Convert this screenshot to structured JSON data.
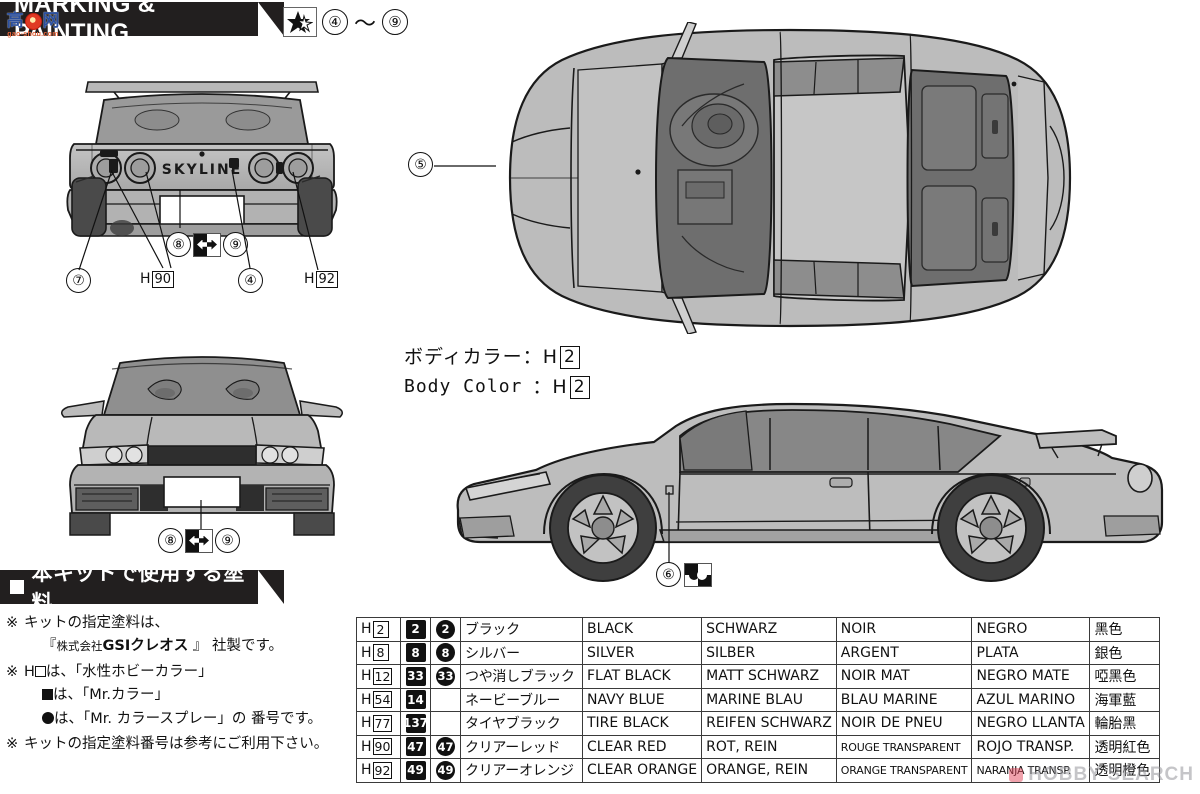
{
  "header": {
    "title": "MARKING & PAINTING",
    "step_range": {
      "icon": "star-icon",
      "from": "④",
      "tilde": "〜",
      "to": "⑨"
    }
  },
  "watermarks": {
    "top_left": {
      "glyph1": "高",
      "seal": "seal-icon",
      "glyph2": "网",
      "url": "gao-shou.com"
    },
    "bottom_right": "HOBBY SEARCH"
  },
  "body_color": {
    "label_jp": "ボディカラー",
    "label_en": "Body Color",
    "colon": "：",
    "colon_en": "：",
    "prefix": "H",
    "code": "2"
  },
  "callouts": {
    "rear_view": {
      "c7": "⑦",
      "h90_prefix": "H",
      "h90_code": "90",
      "c8": "⑧",
      "c9": "⑨",
      "c4": "④",
      "h92_prefix": "H",
      "h92_code": "92",
      "decal_icon": "arrow-decal-icon"
    },
    "front_view": {
      "c8": "⑧",
      "c9": "⑨",
      "decal_icon": "arrow-decal-icon"
    },
    "top_view": {
      "c5": "⑤"
    },
    "side_view": {
      "c6": "⑥",
      "decal_icon": "circle-decal-icon"
    }
  },
  "paints_section": {
    "banner_title": "本キットで使用する塗料",
    "notes": [
      {
        "mark": "※",
        "lines": [
          "キットの指定塗料は、",
          "『株式会社GSIクレオス 』 社製です。"
        ]
      },
      {
        "mark": "※",
        "lines": [
          "H□は、「水性ホビーカラー」",
          "■は、「Mr.カラー」",
          "●は、「Mr. カラースプレー」の 番号です。"
        ]
      },
      {
        "mark": "※",
        "lines": [
          "キットの指定塗料番号は参考にご利用下さい。"
        ]
      }
    ],
    "note1_mark": "※",
    "note1_l1": "キットの指定塗料は、",
    "note1_l2_a": "『",
    "note1_l2_b": "株式会社",
    "note1_l2_c": "GSIクレオス",
    "note1_l2_d": " 』 社製です。",
    "note2_mark": "※",
    "note2_l1_a": "H",
    "note2_l1_b": "は、「水性ホビーカラー」",
    "note2_l2": "は、「Mr.カラー」",
    "note2_l3": "は、「Mr. カラースプレー」の 番号です。",
    "note3_mark": "※",
    "note3_l1": "キットの指定塗料番号は参考にご利用下さい。"
  },
  "paint_table": {
    "columns": [
      "hobby_color",
      "mr_color",
      "mr_spray",
      "japanese",
      "english",
      "german",
      "french",
      "spanish",
      "chinese"
    ],
    "rows": [
      {
        "h_prefix": "H",
        "h_code": "2",
        "mr": "2",
        "spray": "2",
        "jp": "ブラック",
        "en": "BLACK",
        "de": "SCHWARZ",
        "fr": "NOIR",
        "es": "NEGRO",
        "zh": "黑色"
      },
      {
        "h_prefix": "H",
        "h_code": "8",
        "mr": "8",
        "spray": "8",
        "jp": "シルバー",
        "en": "SILVER",
        "de": "SILBER",
        "fr": "ARGENT",
        "es": "PLATA",
        "zh": "銀色"
      },
      {
        "h_prefix": "H",
        "h_code": "12",
        "mr": "33",
        "spray": "33",
        "jp": "つや消しブラック",
        "en": "FLAT BLACK",
        "de": "MATT SCHWARZ",
        "fr": "NOIR MAT",
        "es": "NEGRO MATE",
        "zh": "啞黑色"
      },
      {
        "h_prefix": "H",
        "h_code": "54",
        "mr": "14",
        "spray": "",
        "jp": "ネービーブルー",
        "en": "NAVY BLUE",
        "de": "MARINE BLAU",
        "fr": "BLAU MARINE",
        "es": "AZUL MARINO",
        "zh": "海軍藍"
      },
      {
        "h_prefix": "H",
        "h_code": "77",
        "mr": "137",
        "spray": "",
        "jp": "タイヤブラック",
        "en": "TIRE BLACK",
        "de": "REIFEN SCHWARZ",
        "fr": "NOIR DE PNEU",
        "es": "NEGRO LLANTA",
        "zh": "輪胎黑"
      },
      {
        "h_prefix": "H",
        "h_code": "90",
        "mr": "47",
        "spray": "47",
        "jp": "クリアーレッド",
        "en": "CLEAR RED",
        "de": "ROT, REIN",
        "fr": "ROUGE TRANSPARENT",
        "es": "ROJO TRANSP.",
        "zh": "透明紅色"
      },
      {
        "h_prefix": "H",
        "h_code": "92",
        "mr": "49",
        "spray": "49",
        "jp": "クリアーオレンジ",
        "en": "CLEAR ORANGE",
        "de": "ORANGE, REIN",
        "fr": "ORANGE TRANSPARENT",
        "es": "NARANJA TRANSP.",
        "zh": "透明橙色"
      }
    ]
  },
  "colors": {
    "banner_bg": "#221f1f",
    "ink": "#111111",
    "body_fill": "#b6b6b6",
    "glass_fill": "#8f8f8f",
    "tire_fill": "#4a4a4a",
    "page_bg": "#ffffff"
  },
  "artwork": {
    "rear_view_label": "skyline-r32-rear-view",
    "front_view_label": "skyline-r32-front-view",
    "top_view_label": "skyline-r32-top-view",
    "side_view_label": "skyline-r32-side-view",
    "badge_text": "SKYLINE"
  }
}
